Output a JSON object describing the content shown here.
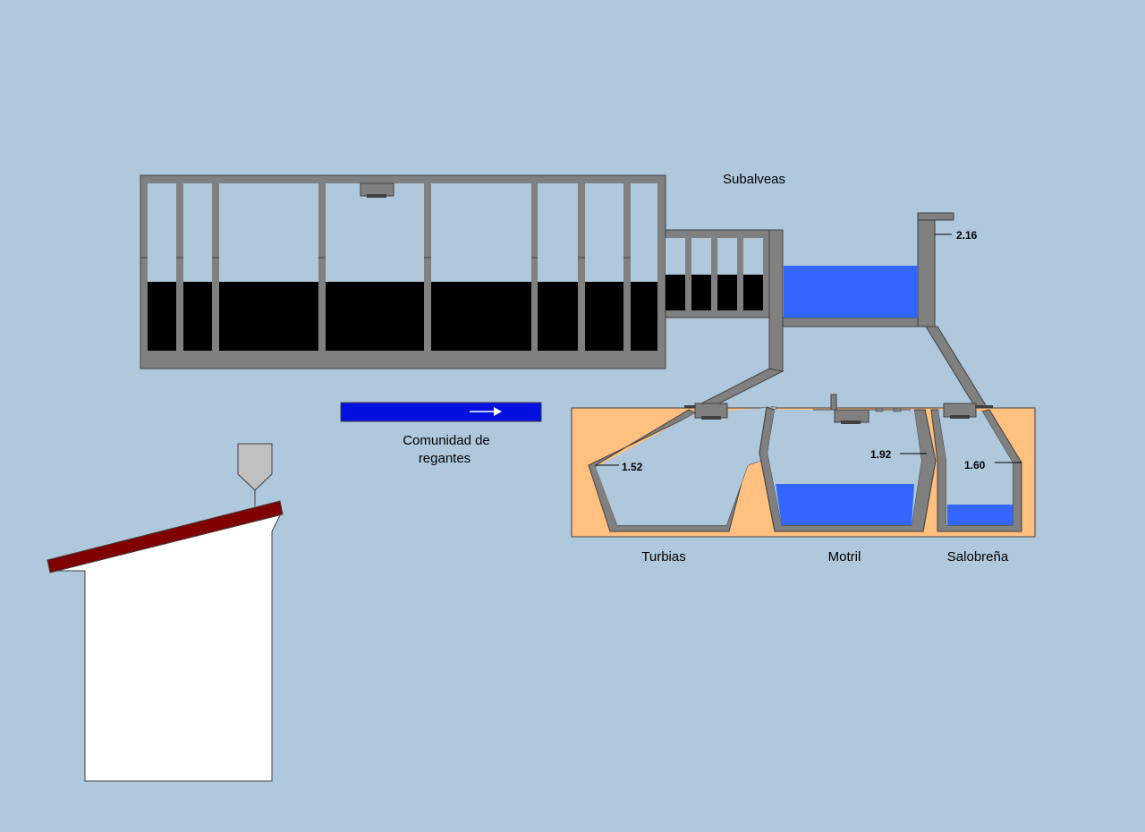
{
  "labels": {
    "subalveas": "Subalveas",
    "comunidad_line1": "Comunidad de",
    "comunidad_line2": "regantes",
    "turbias": "Turbias",
    "motril": "Motril",
    "salobrena": "Salobreña"
  },
  "levels": {
    "subalveas": "2.16",
    "turbias": "1.52",
    "motril": "1.92",
    "salobrena": "1.60"
  },
  "colors": {
    "background": "#b0c8dc",
    "wall": "#808080",
    "water": "#3366ff",
    "sludge": "#000000",
    "ground": "#ffc080",
    "flow_bar": "#0010e0",
    "roof": "#800000"
  }
}
